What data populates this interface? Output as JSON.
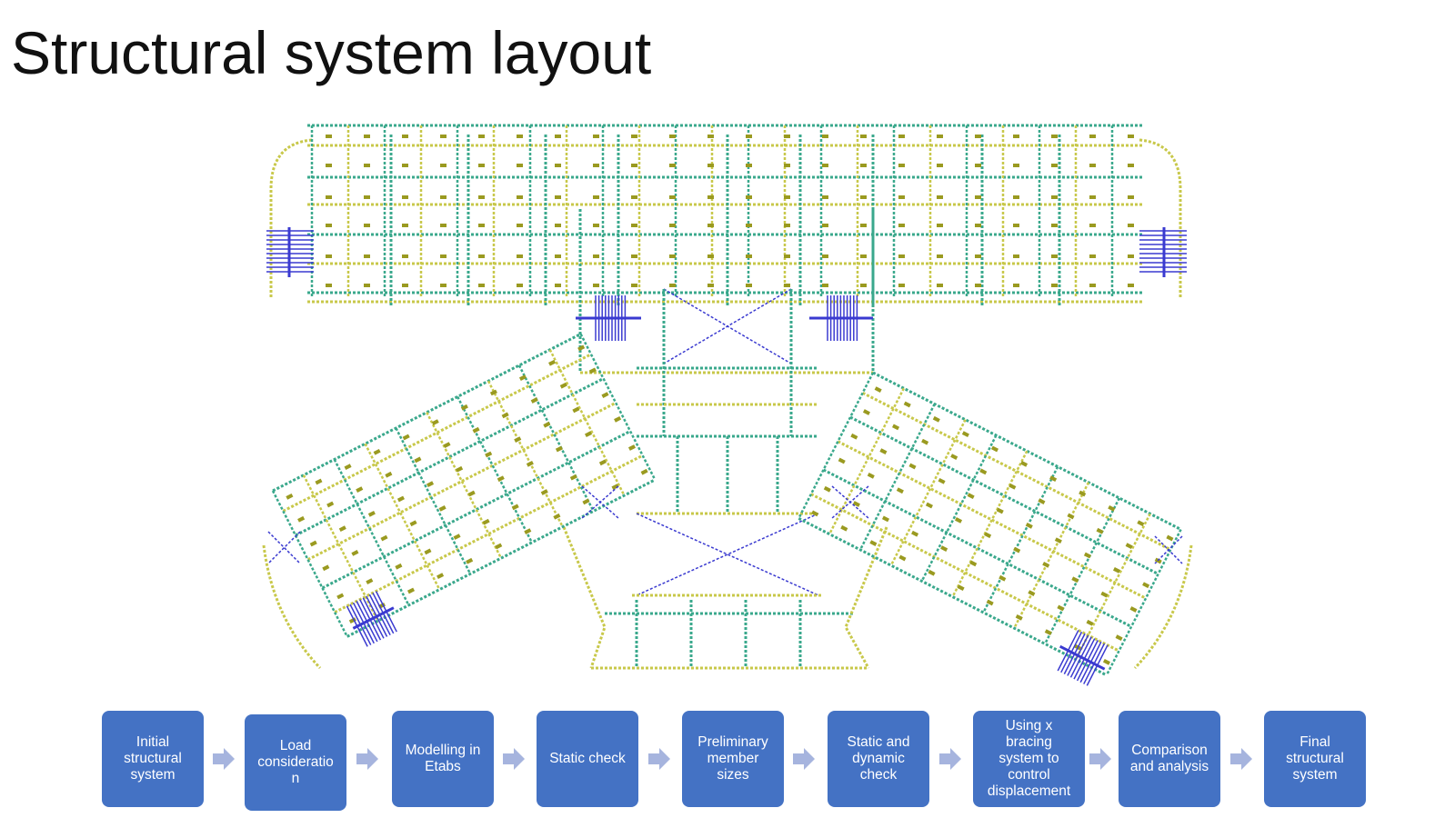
{
  "slide": {
    "title": "Structural system layout"
  },
  "theme": {
    "step_fill": "#4472c4",
    "arrow_fill": "#a6b4de",
    "beam_green": "#3aa88c",
    "beam_yellow": "#c8c84a",
    "bracing_blue": "#3a3ad0",
    "column_olive": "#9a9a20"
  },
  "process": {
    "steps": [
      {
        "label": "Initial\nstructural\nsystem"
      },
      {
        "label": "Load\nconsideratio\nn"
      },
      {
        "label": "Modelling in\nEtabs"
      },
      {
        "label": "Static check"
      },
      {
        "label": "Preliminary\nmember\nsizes"
      },
      {
        "label": "Static and\ndynamic\ncheck"
      },
      {
        "label": "Using x\nbracing\nsystem to\ncontrol\ndisplacement"
      },
      {
        "label": "Comparison\nand analysis"
      },
      {
        "label": "Final\nstructural\nsystem"
      }
    ],
    "arrow_icon": "right-arrow-icon"
  },
  "floor_plan": {
    "icon": "floor-plan-drawing"
  }
}
